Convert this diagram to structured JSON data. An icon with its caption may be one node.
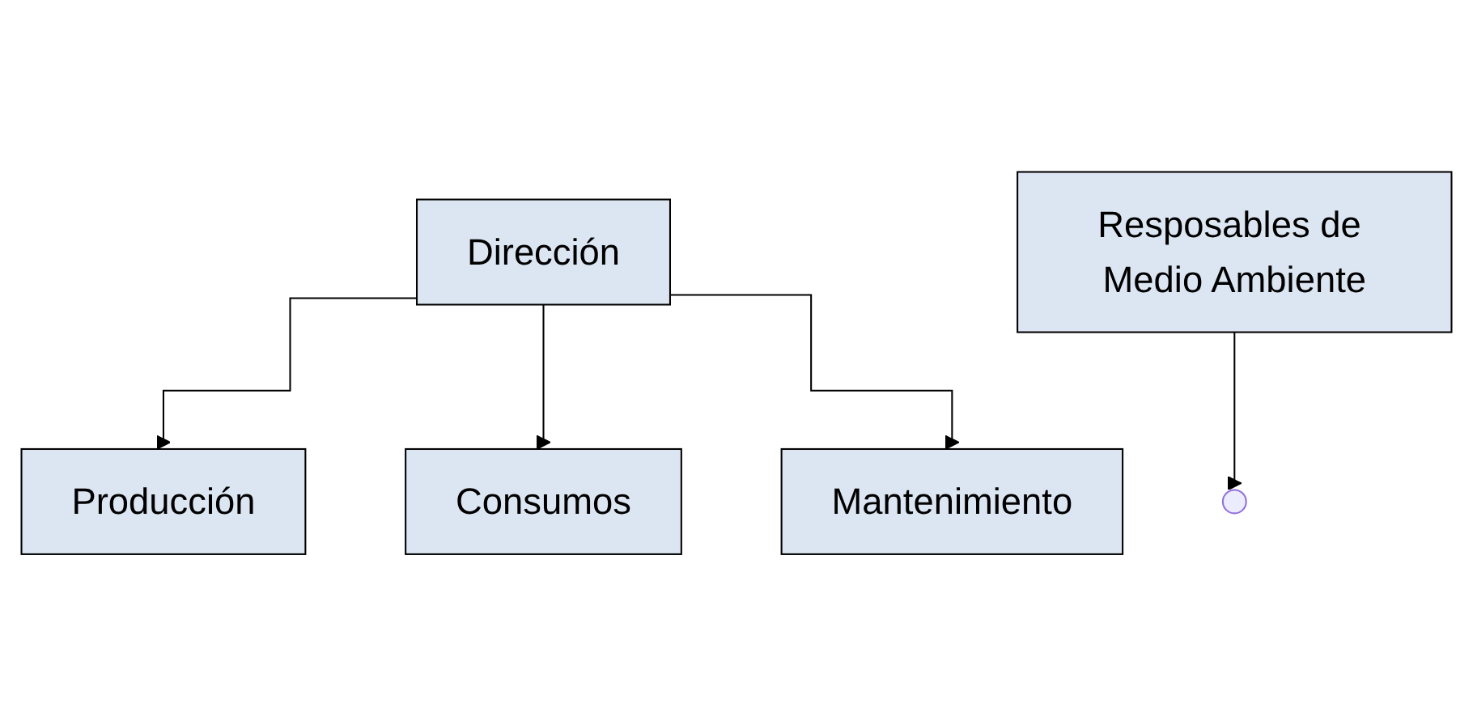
{
  "diagram": {
    "nodes": [
      {
        "text": [
          "Dirección"
        ]
      },
      {
        "text": [
          "Resposables de Medio Ambiente"
        ]
      },
      {
        "text": [
          "Producción"
        ]
      },
      {
        "text": [
          "Consumos"
        ]
      },
      {
        "text": [
          "Mantenimiento"
        ]
      }
    ],
    "edges": [
      {
        "from": 0,
        "to": 2,
        "arrow": "to"
      },
      {
        "from": 0,
        "to": 3,
        "arrow": "to"
      },
      {
        "from": 0,
        "to": 4,
        "arrow": "to"
      },
      {
        "from": 1,
        "to": null,
        "arrow": "to"
      }
    ]
  }
}
